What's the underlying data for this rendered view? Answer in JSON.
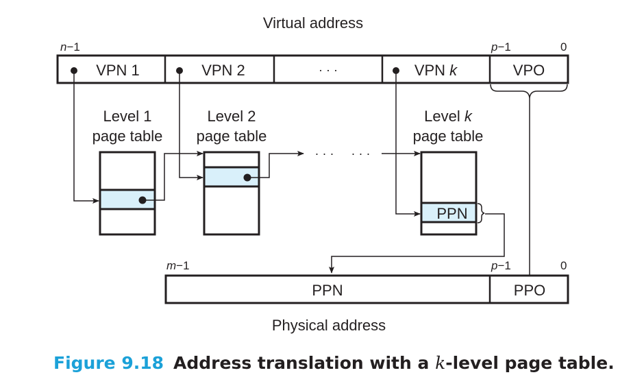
{
  "virtual_address": {
    "title": "Virtual address",
    "bit_labels": {
      "high": "n−1",
      "p_minus_1": "p−1",
      "zero": "0"
    },
    "fields": [
      {
        "label": "VPN 1",
        "has_pointer": true
      },
      {
        "label": "VPN 2",
        "has_pointer": true
      },
      {
        "label": "· · ·",
        "has_pointer": false
      },
      {
        "label": "VPN ",
        "italic_suffix": "k",
        "has_pointer": true
      },
      {
        "label": "VPO",
        "has_pointer": false
      }
    ]
  },
  "page_tables": [
    {
      "line1": "Level 1",
      "line2": "page table"
    },
    {
      "line1": "Level 2",
      "line2": "page table"
    },
    {
      "line1": "Level ",
      "line1_italic": "k",
      "line2": "page table",
      "entry_label": "PPN"
    }
  ],
  "ellipsis": "· · ·     · · ·",
  "physical_address": {
    "title": "Physical address",
    "bit_labels": {
      "high": "m−1",
      "p_minus_1": "p−1",
      "zero": "0"
    },
    "fields": [
      {
        "label": "PPN"
      },
      {
        "label": "PPO"
      }
    ]
  },
  "caption": {
    "number": "Figure 9.18",
    "text_before": "Address translation with a ",
    "italic": "k",
    "text_after": "-level page table."
  },
  "colors": {
    "stroke": "#231f20",
    "highlight_fill": "#d9f0fa",
    "caption_accent": "#1ba1d8"
  }
}
